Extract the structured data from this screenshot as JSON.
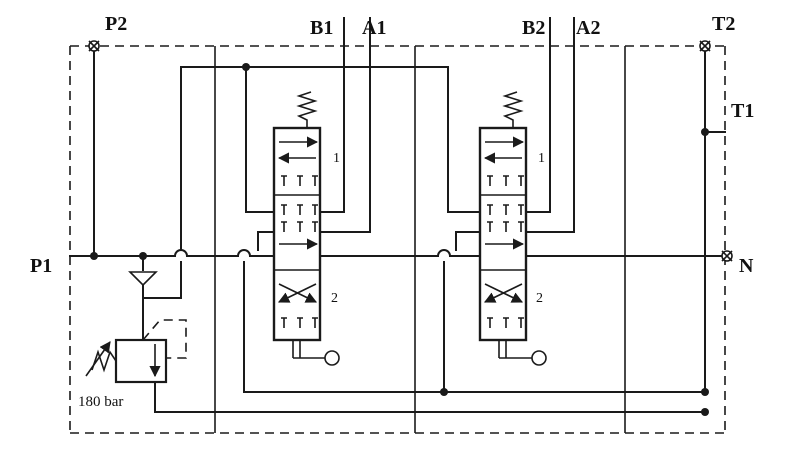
{
  "ports": {
    "p1": "P1",
    "p2": "P2",
    "b1": "B1",
    "a1": "A1",
    "b2": "B2",
    "a2": "A2",
    "t1": "T1",
    "t2": "T2",
    "n": "N"
  },
  "spool_positions": {
    "valve1_pos1": "1",
    "valve1_pos2": "2",
    "valve2_pos1": "1",
    "valve2_pos2": "2"
  },
  "relief_valve": {
    "setting": "180 bar"
  }
}
